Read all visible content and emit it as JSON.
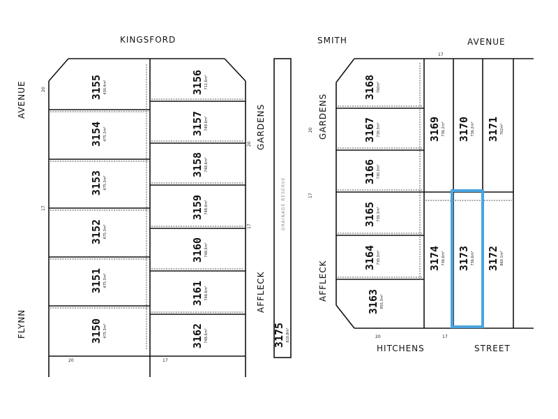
{
  "streets": {
    "kingsford": "KINGSFORD",
    "smith": "SMITH",
    "avenue_top": "AVENUE",
    "avenue_left": "AVENUE",
    "flynn": "FLYNN",
    "gardens_left": "GARDENS",
    "gardens_right": "GARDENS",
    "affleck_left": "AFFLECK",
    "affleck_right": "AFFLECK",
    "hitchens": "HITCHENS",
    "street": "STREET"
  },
  "drainage_reserve": "DRAINAGE RESERVE",
  "road_widths": {
    "w20": "20",
    "w17": "17"
  },
  "highlight_color": "#4aa3df",
  "highlighted_lot": "3173",
  "lots": {
    "3150": {
      "number": "3150",
      "area": "475.3m²"
    },
    "3151": {
      "number": "3151",
      "area": "475.3m²"
    },
    "3152": {
      "number": "3152",
      "area": "475.3m²"
    },
    "3153": {
      "number": "3153",
      "area": "475.3m²"
    },
    "3154": {
      "number": "3154",
      "area": "475.3m²"
    },
    "3155": {
      "number": "3155",
      "area": "430.4m²"
    },
    "3156": {
      "number": "3156",
      "area": "711.6m²"
    },
    "3157": {
      "number": "3157",
      "area": "748.6m²"
    },
    "3158": {
      "number": "3158",
      "area": "748.6m²"
    },
    "3159": {
      "number": "3159",
      "area": "748.6m²"
    },
    "3160": {
      "number": "3160",
      "area": "748.6m²"
    },
    "3161": {
      "number": "3161",
      "area": "748.6m²"
    },
    "3162": {
      "number": "3162",
      "area": "748.6m²"
    },
    "3163": {
      "number": "3163",
      "area": "955.3m²"
    },
    "3164": {
      "number": "3164",
      "area": "730.3m²"
    },
    "3165": {
      "number": "3165",
      "area": "730.3m²"
    },
    "3166": {
      "number": "3166",
      "area": "730.3m²"
    },
    "3167": {
      "number": "3167",
      "area": "730.3m²"
    },
    "3168": {
      "number": "3168",
      "area": "760m²"
    },
    "3169": {
      "number": "3169",
      "area": "736.2m²"
    },
    "3170": {
      "number": "3170",
      "area": "736.2m²"
    },
    "3171": {
      "number": "3171",
      "area": "762m²"
    },
    "3172": {
      "number": "3172",
      "area": "860.1m²"
    },
    "3173": {
      "number": "3173",
      "area": "736.6m²"
    },
    "3174": {
      "number": "3174",
      "area": "736.6m²"
    },
    "3175": {
      "number": "3175",
      "area": "810.8m²"
    }
  }
}
